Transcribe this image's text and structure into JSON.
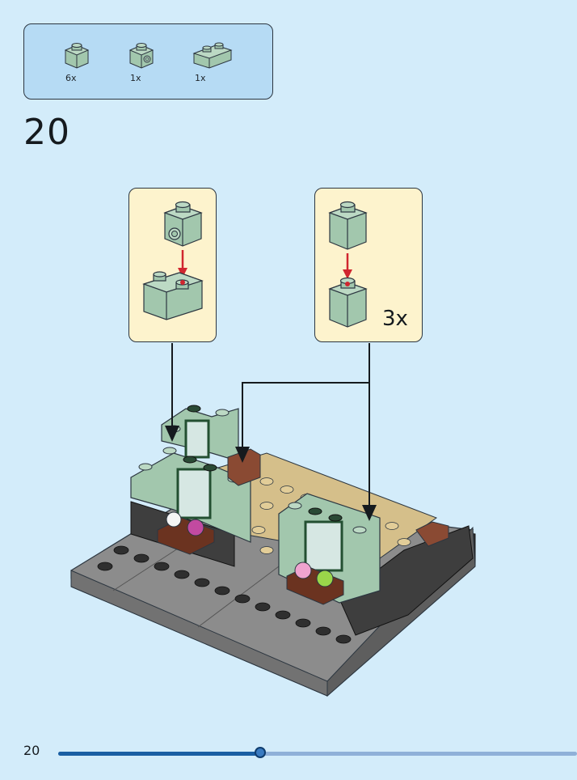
{
  "parts": [
    {
      "name": "sand-green-brick-1x1",
      "count": "6x"
    },
    {
      "name": "sand-green-brick-1x1-stud-side",
      "count": "1x"
    },
    {
      "name": "sand-green-brick-1x2",
      "count": "1x"
    }
  ],
  "step": {
    "number": "20"
  },
  "callouts": [
    {
      "name": "callout-brick-stud-side-onto-1x2",
      "multiplier": ""
    },
    {
      "name": "callout-1x1-onto-1x1",
      "multiplier": "3x"
    }
  ],
  "footer": {
    "page_number": "20",
    "progress": 0.39
  },
  "colors": {
    "background": "#d3ecfa",
    "parts_box": "#b6dbf4",
    "callout": "#fdf3cd",
    "sand_green": "#a2c7ad",
    "arrow_red": "#d0262f",
    "progress": "#1a5fa3"
  }
}
